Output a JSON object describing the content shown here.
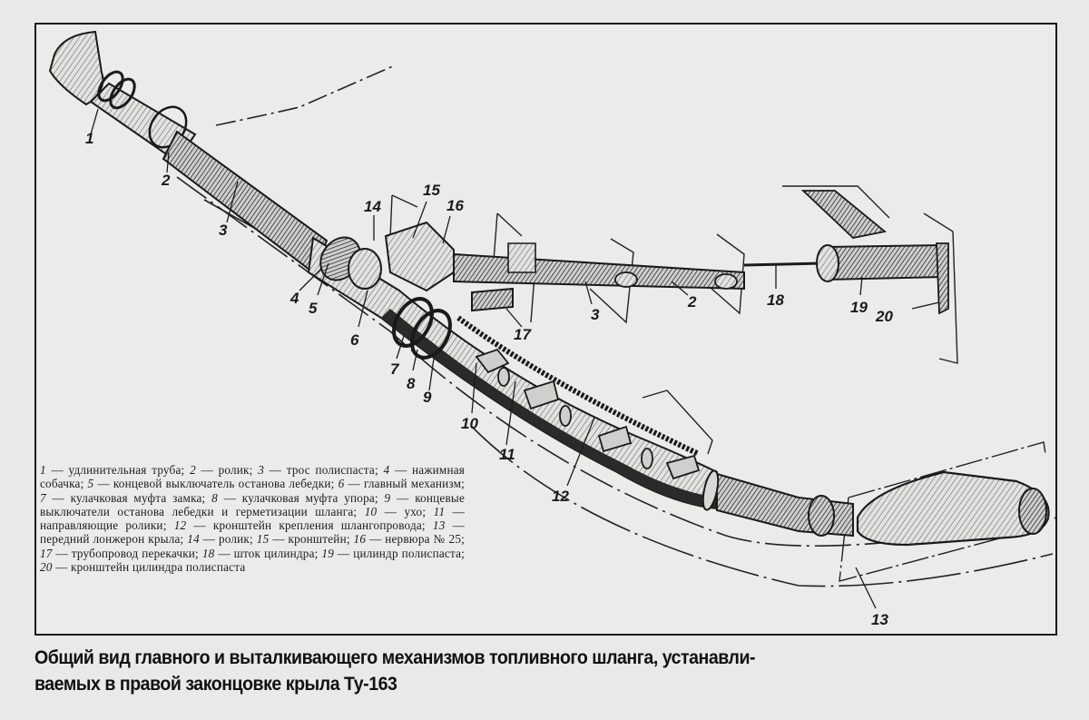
{
  "figure": {
    "caption": "Общий вид главного и выталкивающего механизмов топливного шланга, устанавли-ваемых в правой законцовке крыла Ту-163",
    "caption_line1": "Общий вид главного и выталкивающего механизмов топливного шланга, устанавли-",
    "caption_line2": "ваемых в правой законцовке крыла Ту-163",
    "callouts": [
      "1",
      "2",
      "3",
      "4",
      "5",
      "6",
      "7",
      "8",
      "9",
      "10",
      "11",
      "12",
      "13",
      "14",
      "15",
      "16",
      "17",
      "2",
      "3",
      "18",
      "19",
      "20"
    ],
    "callout_labels": {
      "c1": "1",
      "c2": "2",
      "c3": "3",
      "c4": "4",
      "c5": "5",
      "c6": "6",
      "c7": "7",
      "c8": "8",
      "c9": "9",
      "c10": "10",
      "c11": "11",
      "c12": "12",
      "c13": "13",
      "c14": "14",
      "c15": "15",
      "c16": "16",
      "c17": "17",
      "c2b": "2",
      "c3b": "3",
      "c18": "18",
      "c19": "19",
      "c20": "20"
    }
  },
  "legend": {
    "items": [
      {
        "num": "1",
        "text": "удлинительная труба;"
      },
      {
        "num": "2",
        "text": "ролик;"
      },
      {
        "num": "3",
        "text": "трос полиспаста;"
      },
      {
        "num": "4",
        "text": "нажимная собачка;"
      },
      {
        "num": "5",
        "text": "концевой выключатель останова лебедки;"
      },
      {
        "num": "6",
        "text": "главный механизм;"
      },
      {
        "num": "7",
        "text": "кулачковая муфта замка;"
      },
      {
        "num": "8",
        "text": "кулачковая муфта упора;"
      },
      {
        "num": "9",
        "text": "концевые выключатели останова лебедки и герметизации шланга;"
      },
      {
        "num": "10",
        "text": "ухо;"
      },
      {
        "num": "11",
        "text": "направляющие ролики;"
      },
      {
        "num": "12",
        "text": "кронштейн крепления шлангопровода;"
      },
      {
        "num": "13",
        "text": "передний лонжерон крыла;"
      },
      {
        "num": "14",
        "text": "ролик;"
      },
      {
        "num": "15",
        "text": "кронштейн;"
      },
      {
        "num": "16",
        "text": "нервюра № 25;"
      },
      {
        "num": "17",
        "text": "трубопровод перекачки;"
      },
      {
        "num": "18",
        "text": "шток цилиндра;"
      },
      {
        "num": "19",
        "text": "цилиндр полиспаста;"
      },
      {
        "num": "20",
        "text": "кронштейн цилиндра полиспаста"
      }
    ],
    "separator": " — "
  },
  "colors": {
    "paper": "#e9e9e7",
    "ink": "#141414"
  }
}
